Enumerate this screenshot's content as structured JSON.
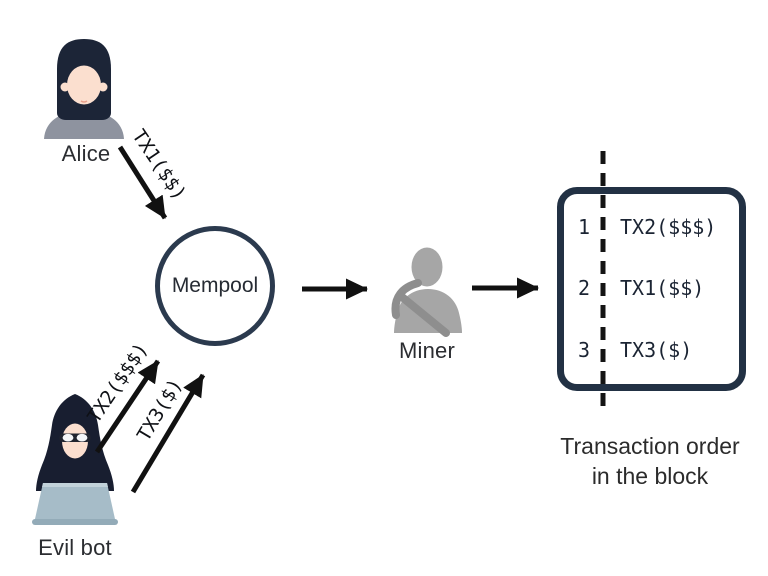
{
  "actors": {
    "alice": {
      "label": "Alice"
    },
    "evil_bot": {
      "label": "Evil bot"
    },
    "miner": {
      "label": "Miner"
    }
  },
  "mempool": {
    "label": "Mempool"
  },
  "tx_labels": {
    "tx1": "TX1($$)",
    "tx2": "TX2($$$)",
    "tx3": "TX3($)"
  },
  "block": {
    "rows": [
      {
        "position": "1",
        "tx": "TX2($$$)"
      },
      {
        "position": "2",
        "tx": "TX1($$)"
      },
      {
        "position": "3",
        "tx": "TX3($)"
      }
    ],
    "caption_line1": "Transaction order",
    "caption_line2": "in the block"
  },
  "colors": {
    "outline_navy": "#223144",
    "hair_navy": "#1c2537",
    "hood_navy": "#181e30",
    "skin": "#fbdfcf",
    "shoulders_gray": "#8e939f",
    "laptop_blue_gray": "#a6bcc8",
    "miner_gray": "#a6a6a6",
    "pickaxe_gray": "#8e8e8e",
    "arrow_black": "#111111",
    "background": "#ffffff"
  }
}
